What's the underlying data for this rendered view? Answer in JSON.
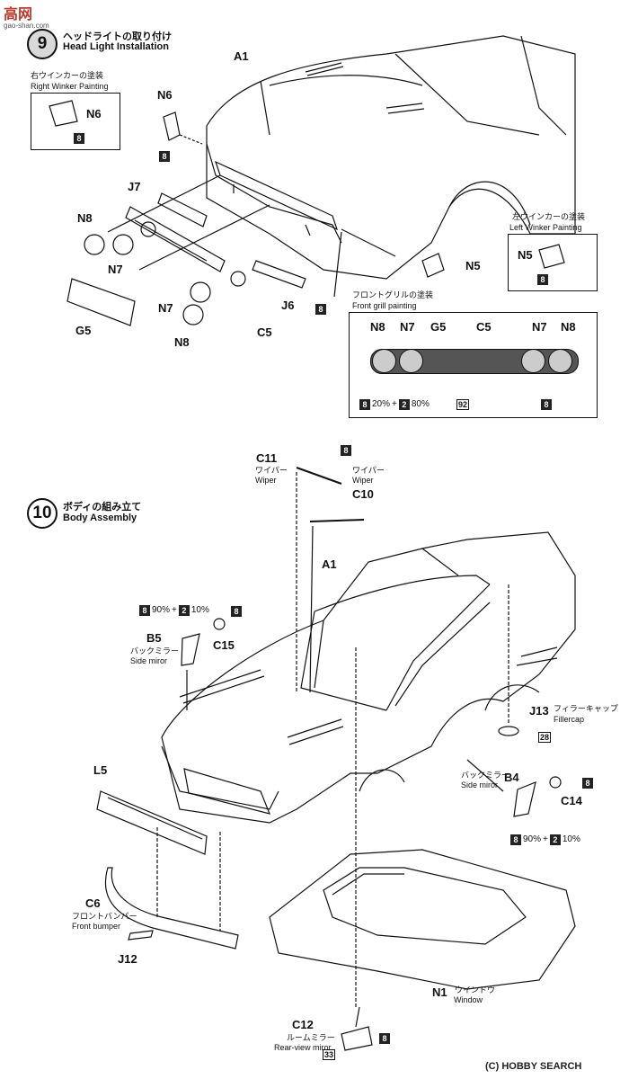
{
  "watermark": {
    "cn": "高网",
    "url": "gao-shan.com"
  },
  "step9": {
    "number": "9",
    "title_jp": "ヘッドライトの取り付け",
    "title_en": "Head Light Installation",
    "right_winker": {
      "title_jp": "右ウインカーの塗装",
      "title_en": "Right Winker Painting",
      "part": "N6",
      "paint": "8"
    },
    "left_winker": {
      "title_jp": "左ウインカーの塗装",
      "title_en": "Left Winker Painting",
      "part": "N5",
      "paint": "8"
    },
    "grill": {
      "title_jp": "フロントグリルの塗装",
      "title_en": "Front grill painting",
      "labels": [
        "N8",
        "N7",
        "G5",
        "C5",
        "N7",
        "N8"
      ],
      "mix": {
        "a": "8",
        "a_pct": "20%",
        "plus": "+",
        "b": "2",
        "b_pct": "80%"
      },
      "paint_mid": "92",
      "paint_right": "8"
    },
    "parts": {
      "a1": "A1",
      "n6": "N6",
      "j7": "J7",
      "n8a": "N8",
      "n7a": "N7",
      "g5": "G5",
      "n7b": "N7",
      "n8b": "N8",
      "c5": "C5",
      "j6": "J6",
      "n5": "N5"
    },
    "paint_n6": "8",
    "paint_j6": "8"
  },
  "step10": {
    "number": "10",
    "title_jp": "ボディの組み立て",
    "title_en": "Body Assembly",
    "c11": {
      "part": "C11",
      "jp": "ワイパー",
      "en": "Wiper"
    },
    "wiper_right": {
      "jp": "ワイパー",
      "en": "Wiper"
    },
    "c10": "C10",
    "paint_wiper": "8",
    "a1": "A1",
    "b5": {
      "part": "B5",
      "jp": "バックミラー",
      "en": "Side miror"
    },
    "b5_mix": {
      "a": "8",
      "a_pct": "90%",
      "plus": "+",
      "b": "2",
      "b_pct": "10%"
    },
    "c15": "C15",
    "paint_c15": "8",
    "j13": {
      "part": "J13",
      "jp": "フィラーキャップ",
      "en": "Fillercap",
      "paint": "28"
    },
    "b4": {
      "part": "B4",
      "jp": "バックミラー",
      "en": "Side miror"
    },
    "c14": "C14",
    "paint_c14": "8",
    "b4_mix": {
      "a": "8",
      "a_pct": "90%",
      "plus": "+",
      "b": "2",
      "b_pct": "10%"
    },
    "l5": "L5",
    "c6": {
      "part": "C6",
      "jp": "フロントバンパー",
      "en": "Front bumper"
    },
    "j12": "J12",
    "n1": {
      "part": "N1",
      "jp": "ウインドウ",
      "en": "Window"
    },
    "c12": {
      "part": "C12",
      "jp": "ルームミラー",
      "en": "Rear-view miror",
      "paint": "8",
      "paint2": "33"
    }
  },
  "footer": {
    "page": "(C) HOBBY SEARCH"
  }
}
